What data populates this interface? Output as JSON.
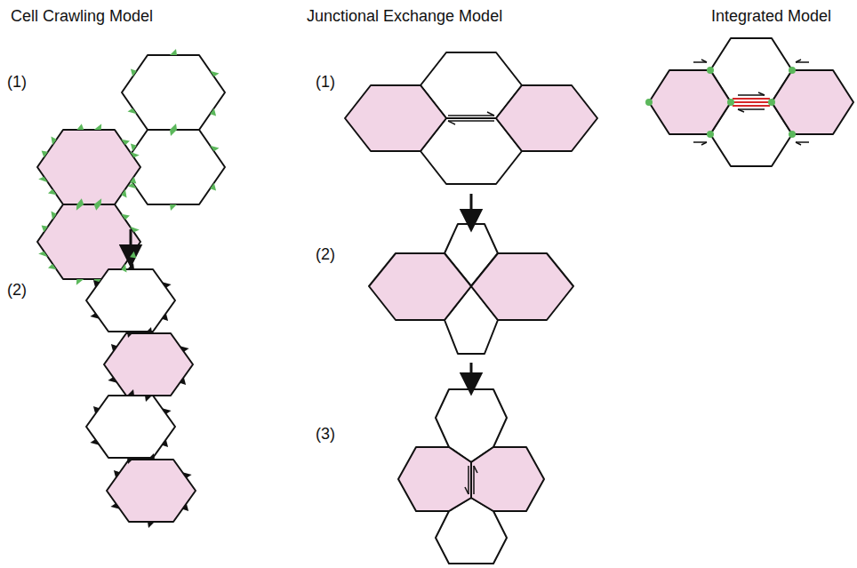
{
  "diagram": {
    "labels": [
      "Cell Crawling Model",
      "Junctional Exchange Model",
      "Integrated Model",
      "(1)",
      "(2)",
      "(1)",
      "(2)",
      "(3)"
    ]
  }
}
